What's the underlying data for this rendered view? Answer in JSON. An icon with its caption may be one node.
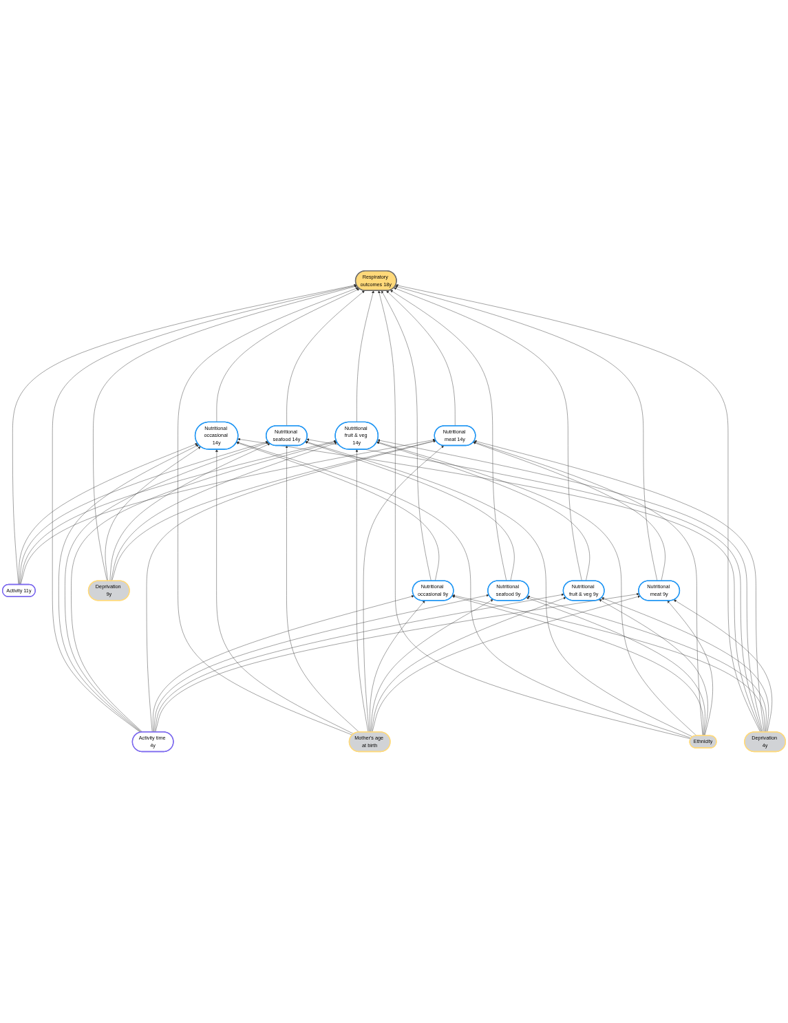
{
  "diagram": {
    "nodes": [
      {
        "text": [
          "Respiratory outcomes 18y"
        ]
      },
      {
        "text": [
          "Nutritional occasional 14y"
        ]
      },
      {
        "text": [
          "Nutritional seafood 14y"
        ]
      },
      {
        "text": [
          "Nutritional fruit & veg 14y"
        ]
      },
      {
        "text": [
          "Nutritional meat 14y"
        ]
      },
      {
        "text": [
          "Activity time 4y"
        ]
      },
      {
        "text": [
          "Activity 11y"
        ]
      },
      {
        "text": [
          "Nutritional occasional 9y"
        ]
      },
      {
        "text": [
          "Nutritional seafood 9y"
        ]
      },
      {
        "text": [
          "Nutritional fruit & veg 9y"
        ]
      },
      {
        "text": [
          "Nutritional meat 9y"
        ]
      },
      {
        "text": [
          "Mother's age at birth"
        ]
      },
      {
        "text": [
          "Ethnicity"
        ]
      },
      {
        "text": [
          "Deprivation 4y"
        ]
      },
      {
        "text": [
          "Deprivation 9y"
        ]
      }
    ],
    "edges": [
      {
        "from": 1,
        "to": 0,
        "arrow": "to"
      },
      {
        "from": 2,
        "to": 0,
        "arrow": "to"
      },
      {
        "from": 3,
        "to": 0,
        "arrow": "to"
      },
      {
        "from": 4,
        "to": 0,
        "arrow": "to"
      },
      {
        "from": 5,
        "to": 0,
        "arrow": "to"
      },
      {
        "from": 6,
        "to": 0,
        "arrow": "to"
      },
      {
        "from": 7,
        "to": 0,
        "arrow": "to"
      },
      {
        "from": 8,
        "to": 0,
        "arrow": "to"
      },
      {
        "from": 9,
        "to": 0,
        "arrow": "to"
      },
      {
        "from": 10,
        "to": 0,
        "arrow": "to"
      },
      {
        "from": 11,
        "to": 0,
        "arrow": "to"
      },
      {
        "from": 12,
        "to": 0,
        "arrow": "to"
      },
      {
        "from": 13,
        "to": 0,
        "arrow": "to"
      },
      {
        "from": 14,
        "to": 0,
        "arrow": "to"
      },
      {
        "from": 7,
        "to": 1,
        "arrow": "to"
      },
      {
        "from": 8,
        "to": 2,
        "arrow": "to"
      },
      {
        "from": 9,
        "to": 3,
        "arrow": "to"
      },
      {
        "from": 10,
        "to": 4,
        "arrow": "to"
      },
      {
        "from": 5,
        "to": 1,
        "arrow": "to"
      },
      {
        "from": 5,
        "to": 2,
        "arrow": "to"
      },
      {
        "from": 5,
        "to": 3,
        "arrow": "to"
      },
      {
        "from": 5,
        "to": 4,
        "arrow": "to"
      },
      {
        "from": 5,
        "to": 7,
        "arrow": "to"
      },
      {
        "from": 5,
        "to": 8,
        "arrow": "to"
      },
      {
        "from": 5,
        "to": 9,
        "arrow": "to"
      },
      {
        "from": 5,
        "to": 10,
        "arrow": "to"
      },
      {
        "from": 6,
        "to": 1,
        "arrow": "to"
      },
      {
        "from": 6,
        "to": 2,
        "arrow": "to"
      },
      {
        "from": 6,
        "to": 3,
        "arrow": "to"
      },
      {
        "from": 6,
        "to": 4,
        "arrow": "to"
      },
      {
        "from": 11,
        "to": 1,
        "arrow": "to"
      },
      {
        "from": 11,
        "to": 2,
        "arrow": "to"
      },
      {
        "from": 11,
        "to": 3,
        "arrow": "to"
      },
      {
        "from": 11,
        "to": 4,
        "arrow": "to"
      },
      {
        "from": 11,
        "to": 7,
        "arrow": "to"
      },
      {
        "from": 11,
        "to": 8,
        "arrow": "to"
      },
      {
        "from": 11,
        "to": 9,
        "arrow": "to"
      },
      {
        "from": 11,
        "to": 10,
        "arrow": "to"
      },
      {
        "from": 12,
        "to": 1,
        "arrow": "to"
      },
      {
        "from": 12,
        "to": 2,
        "arrow": "to"
      },
      {
        "from": 12,
        "to": 3,
        "arrow": "to"
      },
      {
        "from": 12,
        "to": 4,
        "arrow": "to"
      },
      {
        "from": 12,
        "to": 7,
        "arrow": "to"
      },
      {
        "from": 12,
        "to": 8,
        "arrow": "to"
      },
      {
        "from": 12,
        "to": 9,
        "arrow": "to"
      },
      {
        "from": 12,
        "to": 10,
        "arrow": "to"
      },
      {
        "from": 13,
        "to": 1,
        "arrow": "to"
      },
      {
        "from": 13,
        "to": 2,
        "arrow": "to"
      },
      {
        "from": 13,
        "to": 3,
        "arrow": "to"
      },
      {
        "from": 13,
        "to": 4,
        "arrow": "to"
      },
      {
        "from": 13,
        "to": 7,
        "arrow": "to"
      },
      {
        "from": 13,
        "to": 8,
        "arrow": "to"
      },
      {
        "from": 13,
        "to": 9,
        "arrow": "to"
      },
      {
        "from": 13,
        "to": 10,
        "arrow": "to"
      },
      {
        "from": 14,
        "to": 1,
        "arrow": "to"
      },
      {
        "from": 14,
        "to": 2,
        "arrow": "to"
      },
      {
        "from": 14,
        "to": 3,
        "arrow": "to"
      },
      {
        "from": 14,
        "to": 4,
        "arrow": "to"
      }
    ]
  }
}
